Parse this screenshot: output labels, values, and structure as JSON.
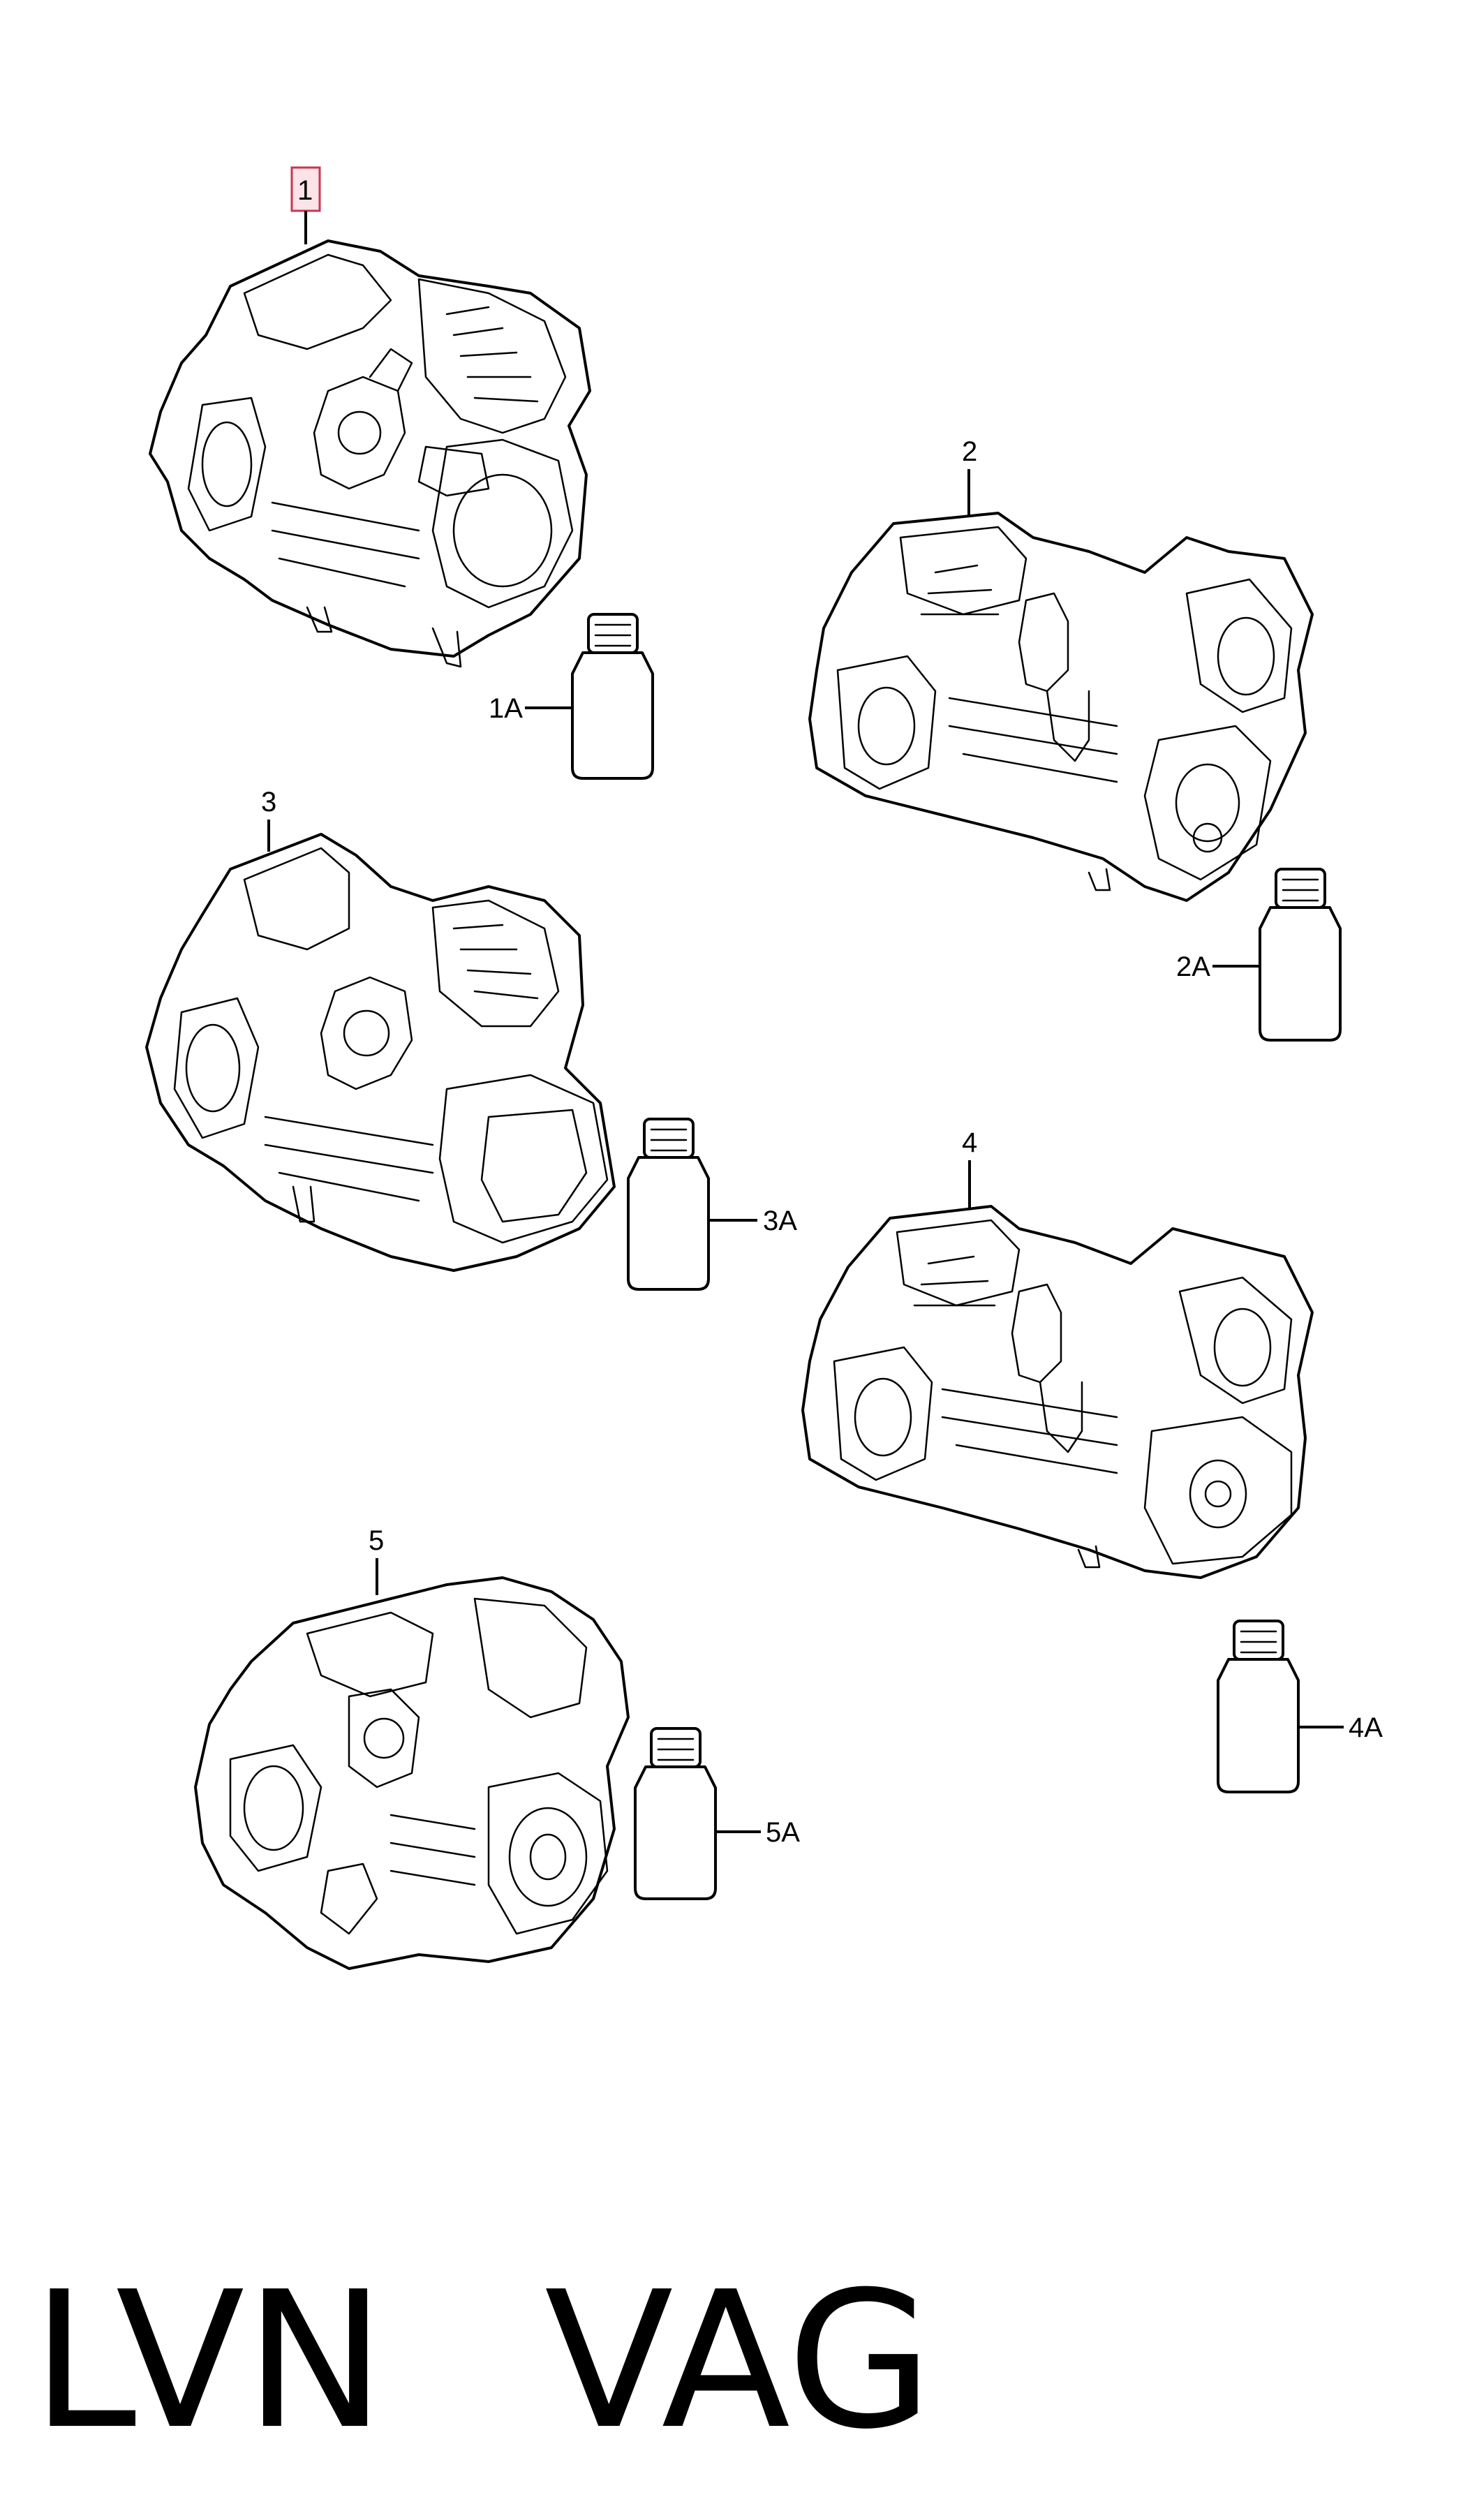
{
  "callouts": {
    "c1": "1",
    "c1a": "1A",
    "c2": "2",
    "c2a": "2A",
    "c3": "3",
    "c3a": "3A",
    "c4": "4",
    "c4a": "4A",
    "c5": "5",
    "c5a": "5A"
  },
  "highlight_color": "#c8364f",
  "footer": {
    "left": "LVN",
    "right": "VAG"
  }
}
